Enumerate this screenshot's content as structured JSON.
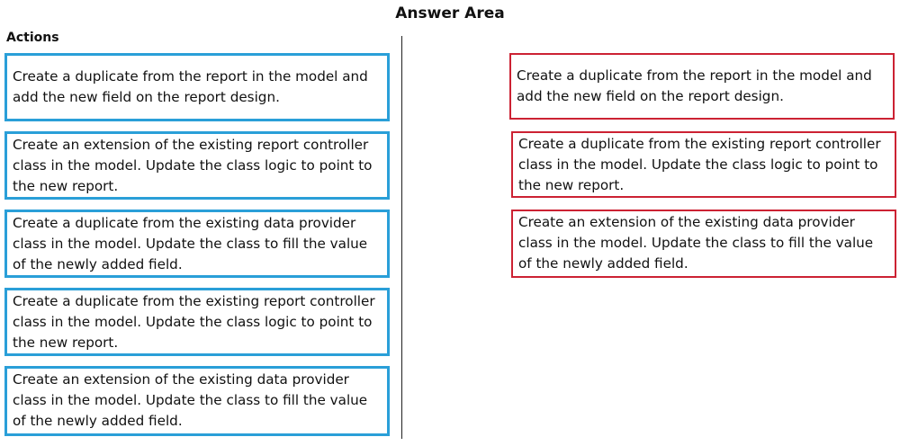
{
  "header": {
    "title": "Answer Area",
    "actions_label": "Actions"
  },
  "actions": [
    {
      "text": "Create a duplicate from the report in the model and add the new field on the report design."
    },
    {
      "text": "Create an extension of the existing report controller class in the model. Update the class logic to point to the new report."
    },
    {
      "text": "Create a duplicate from the existing data provider class in the model. Update the class to fill the value of the newly added field."
    },
    {
      "text": "Create a duplicate from the existing report controller class in the model. Update the class logic to point to the new report."
    },
    {
      "text": "Create an extension of the existing data provider class in the model. Update the class to fill the value of the newly added field."
    }
  ],
  "answers": [
    {
      "text": "Create a duplicate from the report in the model and add the new field on the report design."
    },
    {
      "text": "Create a duplicate from the existing report controller class in the model. Update the class logic to point to the new report."
    },
    {
      "text": "Create an extension of the existing data provider class in the model. Update the class to fill the value of the newly added field."
    }
  ],
  "colors": {
    "action_border": "#2a9fd8",
    "answer_border": "#cc2233"
  }
}
